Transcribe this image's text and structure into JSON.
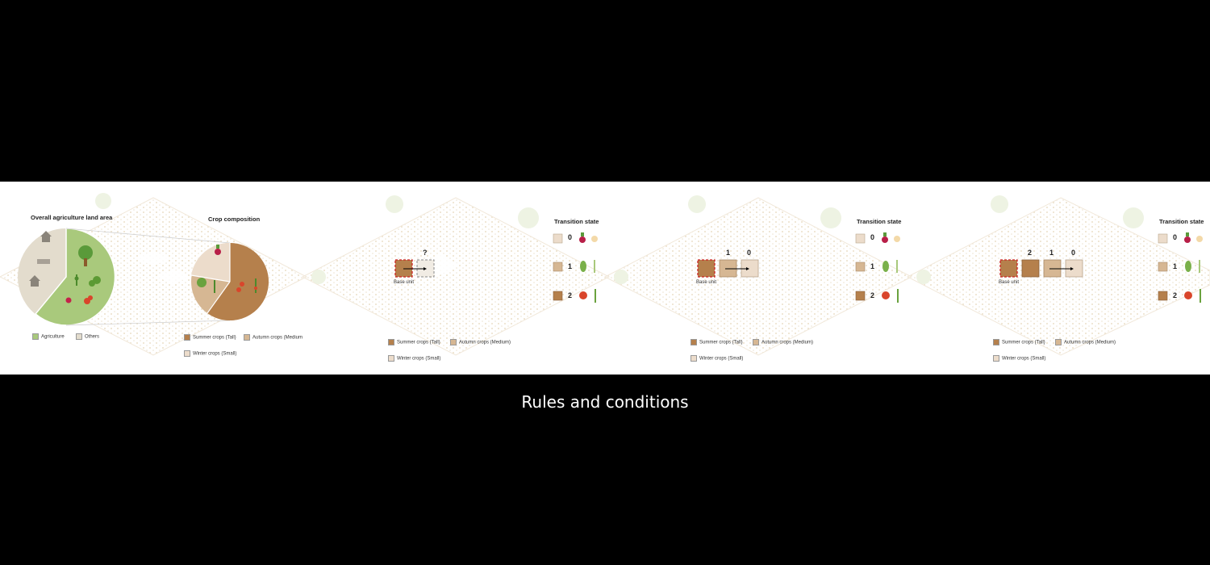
{
  "caption": "Rules and conditions",
  "colors": {
    "agriculture": "#a9c97c",
    "others": "#e3dccd",
    "summer": "#b5804c",
    "autumn": "#d6b793",
    "winter": "#ecdccb",
    "base_border": "#cc2222"
  },
  "overview": {
    "land_title": "Overall agriculture land area",
    "crop_title": "Crop composition",
    "land_legend": [
      "Agriculture",
      "Others"
    ],
    "crop_legend": [
      "Summer crops (Tall)",
      "Autumn crops (Medium",
      "Winter crops (Small)"
    ]
  },
  "panels": [
    {
      "transition_title": "Transition state",
      "states": [
        "0",
        "1",
        "2"
      ],
      "base_label": "Base unit",
      "marks": [
        "?"
      ],
      "legend": [
        "Summer crops (Tall)",
        "Autumn crops (Medium)",
        "Winter crops (Small)"
      ]
    },
    {
      "transition_title": "Transition state",
      "states": [
        "0",
        "1",
        "2"
      ],
      "base_label": "Base unit",
      "marks": [
        "1",
        "0"
      ],
      "legend": [
        "Summer crops (Tall)",
        "Autumn crops (Medium)",
        "Winter crops (Small)"
      ]
    },
    {
      "transition_title": "Transition state",
      "states": [
        "0",
        "1",
        "2"
      ],
      "base_label": "Base unit",
      "marks": [
        "2",
        "1",
        "0"
      ],
      "legend": [
        "Summer crops (Tall)",
        "Autumn crops (Medium)",
        "Winter crops (Small)"
      ]
    }
  ]
}
